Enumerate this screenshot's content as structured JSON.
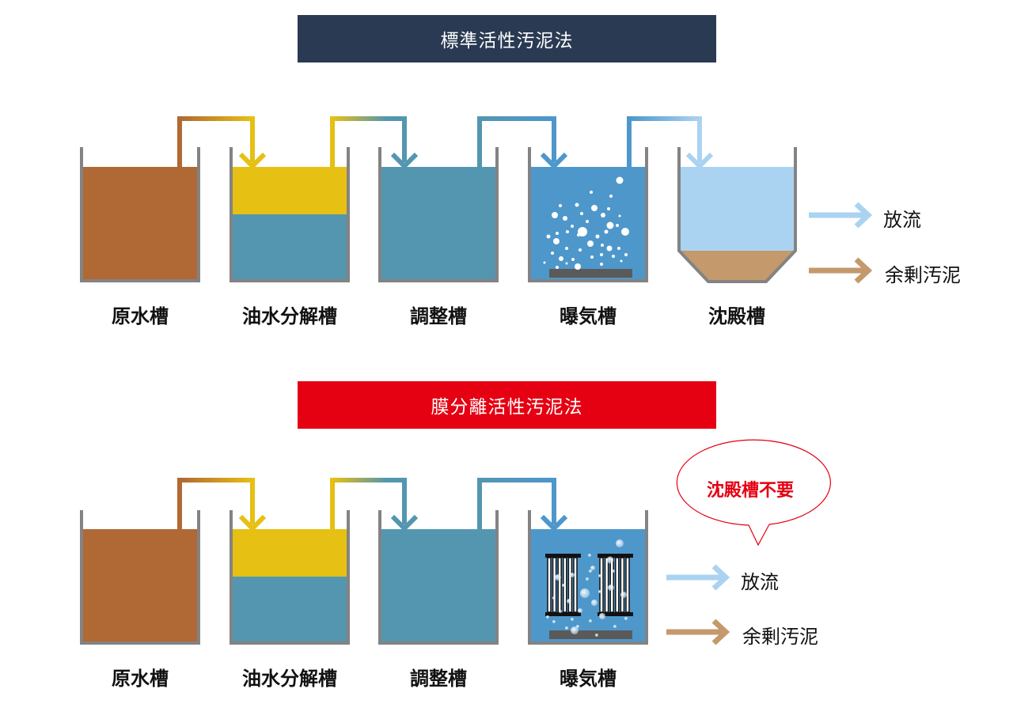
{
  "sections": [
    {
      "title": "標準活性汚泥法",
      "title_color": "#293a52",
      "tanks": [
        {
          "name": "原水槽",
          "type": "raw"
        },
        {
          "name": "油水分解槽",
          "type": "oil-separation"
        },
        {
          "name": "調整槽",
          "type": "adjustment"
        },
        {
          "name": "曝気槽",
          "type": "aeration"
        },
        {
          "name": "沈殿槽",
          "type": "sedimentation"
        }
      ],
      "outputs": [
        {
          "label": "放流",
          "color": "#a9d3f0"
        },
        {
          "label": "余剰汚泥",
          "color": "#c4996b"
        }
      ]
    },
    {
      "title": "膜分離活性汚泥法",
      "title_color": "#e50012",
      "tanks": [
        {
          "name": "原水槽",
          "type": "raw"
        },
        {
          "name": "油水分解槽",
          "type": "oil-separation"
        },
        {
          "name": "調整槽",
          "type": "adjustment"
        },
        {
          "name": "曝気槽",
          "type": "aeration-membrane"
        }
      ],
      "outputs": [
        {
          "label": "放流",
          "color": "#a9d3f0"
        },
        {
          "label": "余剰汚泥",
          "color": "#c4996b"
        }
      ],
      "callout": "沈殿槽不要"
    }
  ],
  "colors": {
    "raw_water": "#b06834",
    "oil": "#e6c013",
    "water": "#5496b0",
    "aeration_water": "#4e97cb",
    "clear_water": "#aad3f1",
    "sludge": "#c4996b",
    "tank_wall": "#838383",
    "diffuser": "#5a5a5a"
  }
}
